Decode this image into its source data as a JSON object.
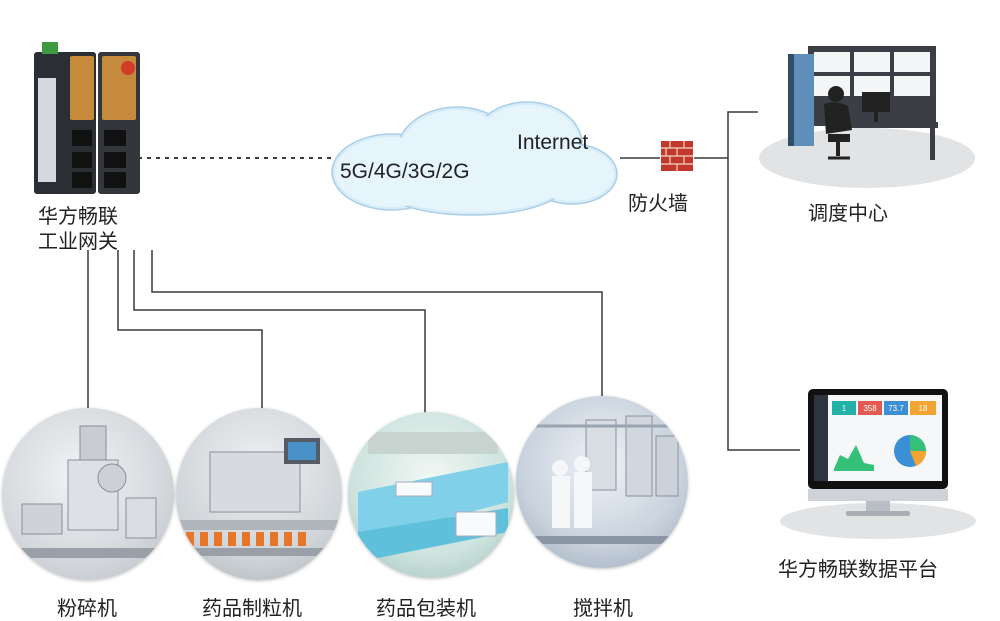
{
  "gateway": {
    "line1": "华方畅联",
    "line2": "工业网关"
  },
  "cloud": {
    "internet": "Internet",
    "networks": "5G/4G/3G/2G"
  },
  "firewall": {
    "label": "防火墙"
  },
  "dispatch": {
    "label": "调度中心"
  },
  "platform": {
    "label": "华方畅联数据平台",
    "tiles": [
      "1",
      "358",
      "73.7",
      "18"
    ]
  },
  "machines": [
    {
      "label": "粉碎机"
    },
    {
      "label": "药品制粒机"
    },
    {
      "label": "药品包装机"
    },
    {
      "label": "搅拌机"
    }
  ],
  "colors": {
    "line": "#3a3a3a",
    "cloud": "#cfe8f7",
    "tile_teal": "#22b3a6",
    "tile_red": "#e25b53",
    "tile_blue": "#3b8fd4",
    "tile_orange": "#f3a533"
  }
}
